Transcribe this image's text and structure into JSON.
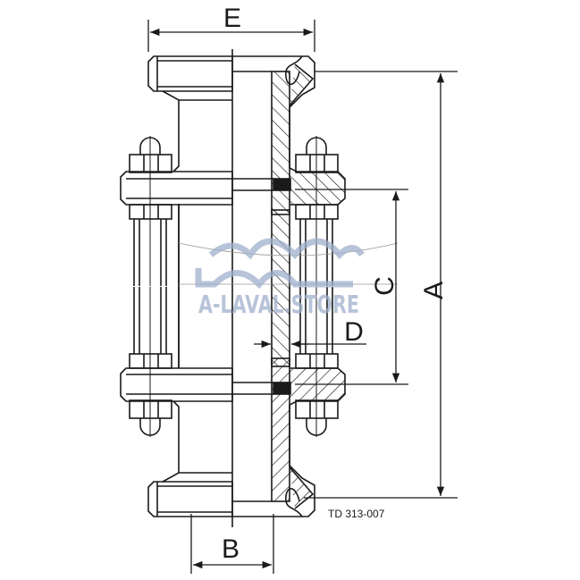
{
  "drawing": {
    "labels": {
      "A": "A",
      "B": "B",
      "C": "C",
      "D": "D",
      "E": "E"
    },
    "drawing_number": "TD 313-007",
    "watermark": "A-LAVAL.STORE",
    "line_color": "#1a1a1a",
    "watermark_color": "#9fb0cc"
  }
}
